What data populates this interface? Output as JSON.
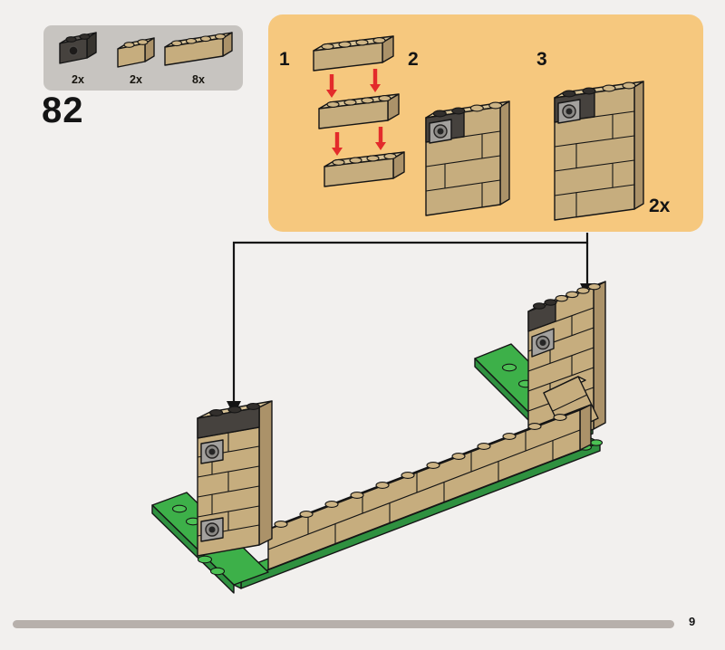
{
  "page": {
    "number": "9"
  },
  "step": {
    "number": "82"
  },
  "parts_panel": {
    "parts": [
      {
        "id": "technic-brick-1x2-dark-gray",
        "count": "2x"
      },
      {
        "id": "brick-1x2-tan",
        "count": "2x"
      },
      {
        "id": "brick-1x4-tan",
        "count": "8x"
      }
    ]
  },
  "callout": {
    "substeps": [
      "1",
      "2",
      "3"
    ],
    "multiplier": "2x"
  },
  "colors": {
    "page_bg": "#f2f0ee",
    "parts_panel_bg": "#c7c4c0",
    "callout_bg": "#f6c87e",
    "brick_tan": "#c6ad7e",
    "brick_dark": "#46423e",
    "plate_green": "#3db049",
    "arrow_red": "#e32b2b",
    "progress_bar": "#b7b0ab"
  }
}
